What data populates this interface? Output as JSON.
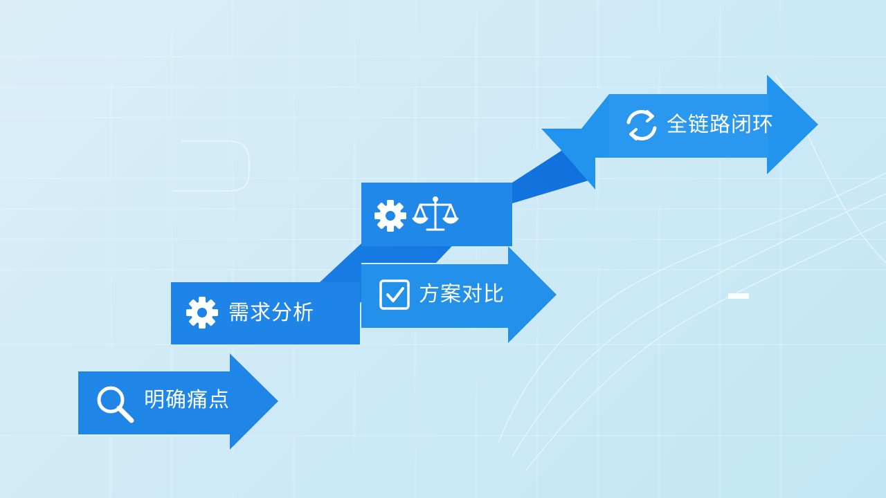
{
  "steps": [
    {
      "label": "明确痛点",
      "icon": "search-icon"
    },
    {
      "label": "需求分析",
      "icon": "gear-icon"
    },
    {
      "label": "",
      "icons": [
        "gear-icon",
        "balance-scale-icon"
      ]
    },
    {
      "label": "方案对比",
      "icon": "checkbox-icon"
    },
    {
      "label": "全链路闭环",
      "icon": "refresh-cycle-icon"
    }
  ],
  "colors": {
    "background": "#cfeaf6",
    "arrow": "#1f86e8",
    "arrow_dark": "#1270dc",
    "arrow_light": "#2f95ea",
    "icon": "#ffffff",
    "grid": "#ffffff"
  }
}
